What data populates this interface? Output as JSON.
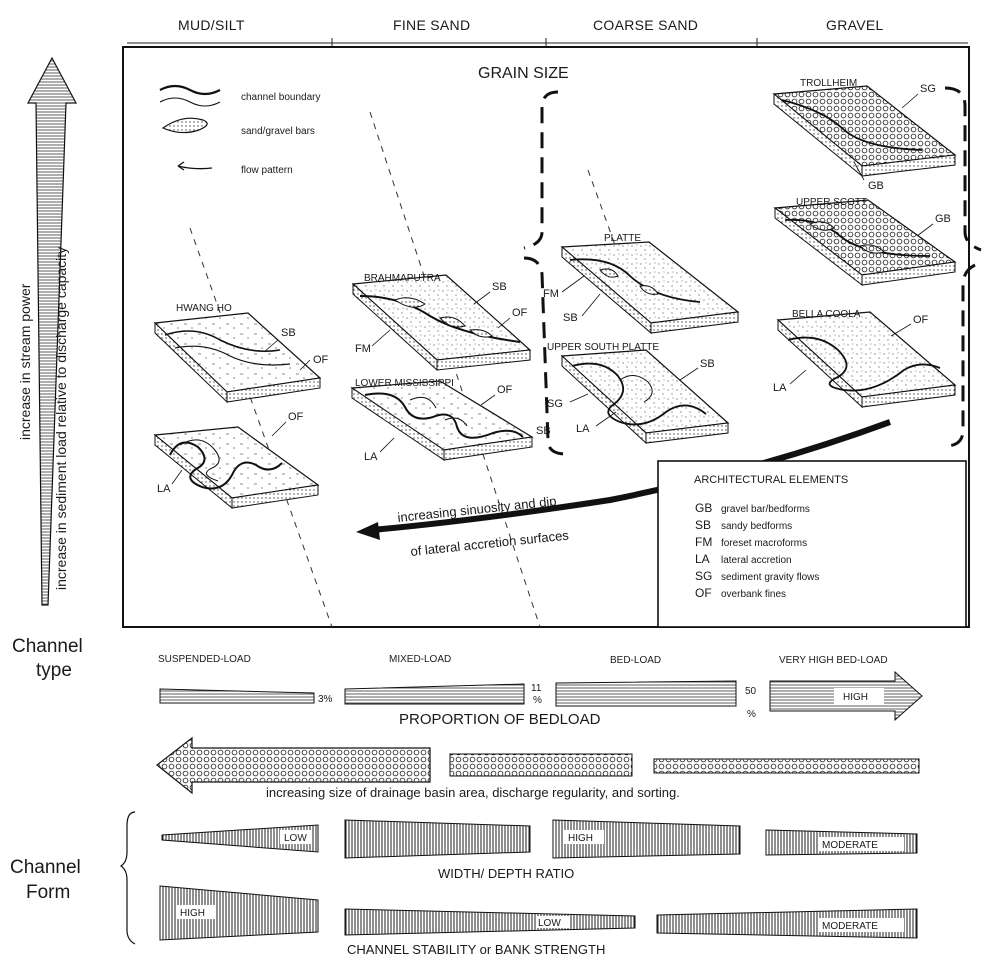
{
  "header": {
    "grain_classes": [
      "MUD/SILT",
      "FINE SAND",
      "COARSE SAND",
      "GRAVEL"
    ],
    "title": "GRAIN SIZE"
  },
  "left_axis": {
    "label_1": "increase in stream power",
    "label_2": "increase in sediment load relative to discharge capacity"
  },
  "legend": {
    "items": [
      {
        "label": "channel boundary",
        "icon": "channel-boundary-icon"
      },
      {
        "label": "sand/gravel bars",
        "icon": "bar-icon"
      },
      {
        "label": "flow pattern",
        "icon": "flow-arrow-icon"
      }
    ]
  },
  "blocks": {
    "hwang_ho": {
      "name": "HWANG HO",
      "labels": [
        "SB",
        "OF"
      ]
    },
    "mud_meander": {
      "labels": [
        "OF",
        "LA"
      ]
    },
    "brahmaputra": {
      "name": "BRAHMAPUTRA",
      "labels": [
        "SB",
        "OF",
        "FM"
      ]
    },
    "lower_mississippi": {
      "name": "LOWER MISSISSIPPI",
      "labels": [
        "OF",
        "LA",
        "SB"
      ]
    },
    "platte": {
      "name": "PLATTE",
      "labels": [
        "FM",
        "SB"
      ]
    },
    "upper_south_platte": {
      "name": "UPPER SOUTH PLATTE",
      "labels": [
        "SB",
        "SG",
        "LA"
      ]
    },
    "trollheim": {
      "name": "TROLLHEIM",
      "labels": [
        "SG",
        "GB"
      ]
    },
    "upper_scott": {
      "name": "UPPER SCOTT",
      "labels": [
        "GB"
      ]
    },
    "bella_coola": {
      "name": "BELLA COOLA",
      "labels": [
        "OF",
        "LA"
      ]
    }
  },
  "sinuosity_arrow": {
    "line_1": "increasing sinuosity and dip",
    "line_2": "of lateral accretion surfaces"
  },
  "architectural_elements": {
    "title": "ARCHITECTURAL ELEMENTS",
    "items": [
      {
        "code": "GB",
        "desc": "gravel bar/bedforms"
      },
      {
        "code": "SB",
        "desc": "sandy bedforms"
      },
      {
        "code": "FM",
        "desc": "foreset macroforms"
      },
      {
        "code": "LA",
        "desc": "lateral accretion"
      },
      {
        "code": "SG",
        "desc": "sediment gravity flows"
      },
      {
        "code": "OF",
        "desc": "overbank fines"
      }
    ]
  },
  "channel_type": {
    "label_1": "Channel",
    "label_2": "type",
    "classes": [
      "SUSPENDED-LOAD",
      "MIXED-LOAD",
      "BED-LOAD",
      "VERY HIGH BED-LOAD"
    ]
  },
  "bedload": {
    "title": "PROPORTION OF BEDLOAD",
    "marks": [
      "3%",
      "11",
      "%",
      "50",
      "%"
    ],
    "high_label": "HIGH"
  },
  "drainage": {
    "caption": "increasing size of drainage basin area, discharge regularity, and sorting."
  },
  "channel_form": {
    "label_1": "Channel",
    "label_2": "Form",
    "width_depth": {
      "title": "WIDTH/ DEPTH RATIO",
      "values": [
        "LOW",
        "HIGH",
        "MODERATE"
      ]
    },
    "stability": {
      "title": "CHANNEL STABILITY or BANK STRENGTH",
      "values": [
        "HIGH",
        "LOW",
        "MODERATE"
      ]
    }
  },
  "colors": {
    "ink": "#1a1a1a",
    "background": "#ffffff"
  }
}
